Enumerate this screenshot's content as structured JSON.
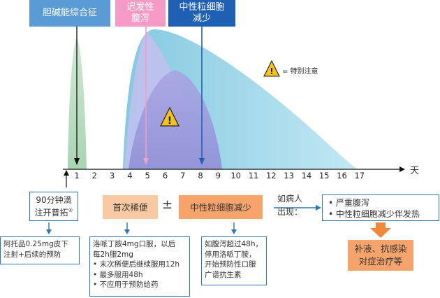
{
  "headers": {
    "cholinergic": "胆碱能综合征",
    "delayed_diarrhea": "迟发性\n腹泻",
    "neutropenia": "中性粒细胞\n减少"
  },
  "legend": {
    "text": "= 特别注意"
  },
  "axis": {
    "ticks": [
      "1",
      "2",
      "3",
      "4",
      "5",
      "6",
      "7",
      "8",
      "9",
      "10",
      "11",
      "12",
      "13",
      "14",
      "15",
      "16",
      "17"
    ],
    "unit": "天"
  },
  "colors": {
    "cholinergic": "#5b9bd5",
    "delayed_diarrhea": "#f59bc5",
    "neutropenia": "#1f5fb4",
    "orange": "#f6a46b",
    "light_orange": "#f9c9a1",
    "blue_border": "#2e75b6"
  },
  "row": {
    "infusion": {
      "line1": "90分钟滴",
      "line2": "注开普拓",
      "reg": "®"
    },
    "first_loose": "首次稀便",
    "plusminus": "±",
    "neutro_reduce": "中性粒细胞减少",
    "if_patient_line1": "如病人",
    "if_patient_line2": "出现：",
    "severe": [
      "严重腹泻",
      "中性粒细胞减少伴发热"
    ]
  },
  "notes": {
    "atropine": [
      "阿托品0.25mg皮下",
      "注射+后续的预防"
    ],
    "loperamide_main": [
      "洛哌丁胺4mg口服，以后",
      "每2h服2mg"
    ],
    "loperamide_bullets": [
      "末次稀便后继续服用12h",
      "最多服用48h",
      "不应用于预防给药"
    ],
    "diarrhea_48h": [
      "如腹泻超过48h，",
      "停用洛哌丁胺，",
      "开始预防性口服",
      "广谱抗生素"
    ],
    "rehydration": [
      "补液、抗感染",
      "对症治疗等"
    ]
  }
}
